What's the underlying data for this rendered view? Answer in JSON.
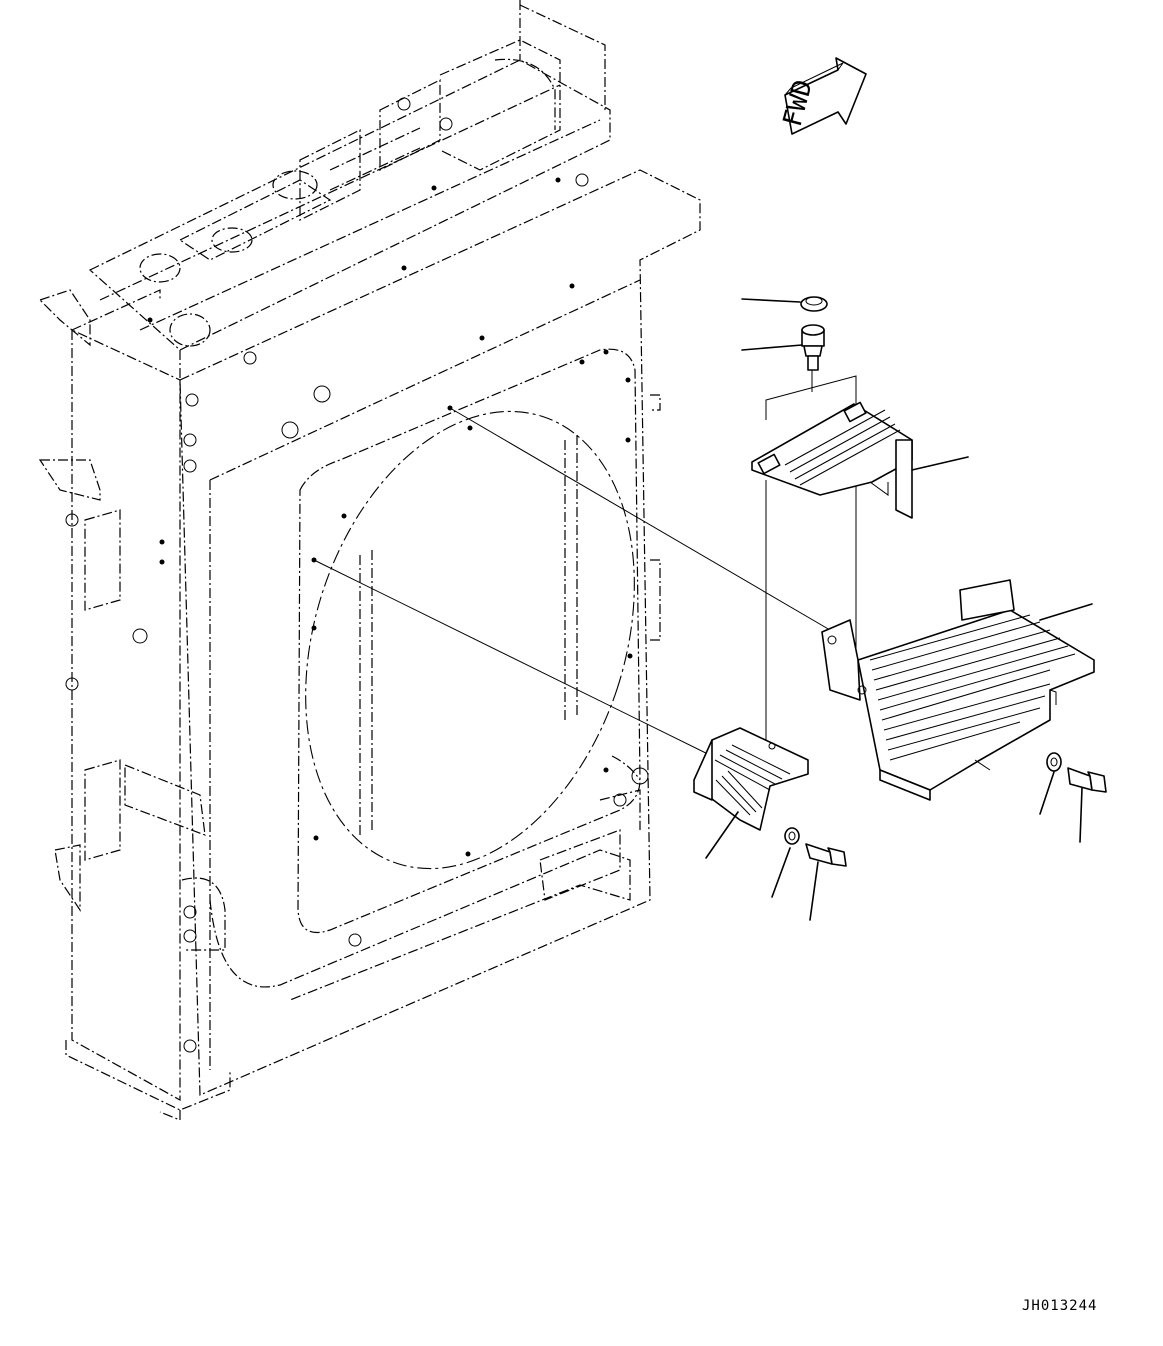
{
  "direction_marker": {
    "label": "FWD"
  },
  "drawing_code": "JH013244",
  "callouts": [
    {
      "part": "plug"
    },
    {
      "part": "fitting"
    },
    {
      "part": "upper-bracket"
    },
    {
      "part": "under-cover"
    },
    {
      "part": "left-bracket"
    },
    {
      "part": "washer"
    },
    {
      "part": "bolt"
    },
    {
      "part": "washer"
    },
    {
      "part": "bolt"
    }
  ]
}
